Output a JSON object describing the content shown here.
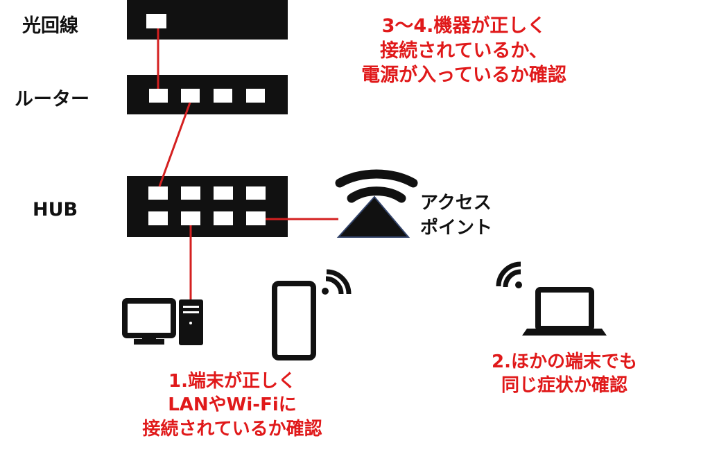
{
  "labels": {
    "fiber": "光回線",
    "router": "ルーター",
    "hub": "HUB",
    "access_point": [
      "アクセス",
      "ポイント"
    ]
  },
  "notes": {
    "check_devices": [
      "3〜4.機器が正しく",
      "接続されているか、",
      "電源が入っているか確認"
    ],
    "check_terminal": [
      "1.端末が正しく",
      "LANやWi-Fiに",
      "接続されているか確認"
    ],
    "check_other_terminals": [
      "2.ほかの端末でも",
      "同じ症状か確認"
    ]
  },
  "colors": {
    "device": "#111111",
    "port": "#ffffff",
    "cable": "#d42020",
    "note_text": "#e0191a",
    "access_point_outline": "#33446a"
  },
  "icons": [
    "desktop-pc-icon",
    "smartphone-icon",
    "laptop-icon",
    "wifi-icon",
    "access-point-icon"
  ]
}
